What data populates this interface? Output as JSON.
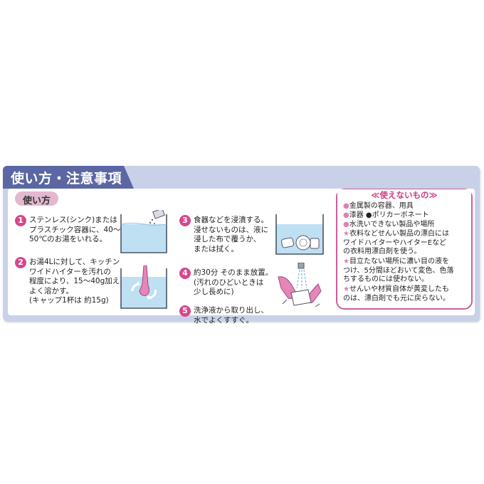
{
  "header": {
    "title": "使い方・注意事項"
  },
  "usage": {
    "tag": "使い方",
    "steps": [
      {
        "num": "1",
        "text": "ステンレス(シンク)または\nプラスチック容器に、40～\n50℃のお湯をいれる。"
      },
      {
        "num": "2",
        "text": "お湯4Lに対して、キッチン\nワイドハイターを汚れの\n程度により、15～40g加え、\nよく溶かす。\n(キャップ1杯は 約15g)"
      },
      {
        "num": "3",
        "text": "食器などを浸漬する。\n浸せないものは、液に\n浸した布で覆うか、\nまたは拭く。"
      },
      {
        "num": "4",
        "text": "約30分 そのまま放置。\n(汚れのひどいときは\n少し長めに)"
      },
      {
        "num": "5",
        "text": "洗浄液から取り出し、\n水でよくすすぐ。"
      }
    ]
  },
  "warnings": {
    "title": "≪使えないもの≫",
    "items": [
      {
        "bullet": "●",
        "text": "金属製の容器、用具"
      },
      {
        "bullet": "●",
        "text": "漆器 ●ポリカーボネート"
      },
      {
        "bullet": "●",
        "text": "水洗いできない製品や場所"
      },
      {
        "bullet": "★",
        "text": "衣料などせんい製品の漂白には\nワイドハイターやハイターEなど\nの衣料用漂白剤を使う。"
      },
      {
        "bullet": "★",
        "text": "目立たない場所に濃い目の液を\nつけ、5分間ほどおいて変色、色落\nちするものには使わない。"
      },
      {
        "bullet": "★",
        "text": "せんいや材質自体が黄変したも\nのは、漂白剤でも元に戻らない。"
      }
    ]
  },
  "colors": {
    "header_bg": "#5a67a3",
    "panel_bg": "#c8d1e8",
    "accent_pink": "#d7478c",
    "warn_border": "#cc5ea0",
    "water": "#bfe0f2"
  },
  "icons": {
    "illus_1": "container-with-powder-icon",
    "illus_2": "stirring-hand-in-water-icon",
    "illus_3": "dishes-soaking-icon",
    "illus_5": "rinsing-under-tap-icon"
  }
}
